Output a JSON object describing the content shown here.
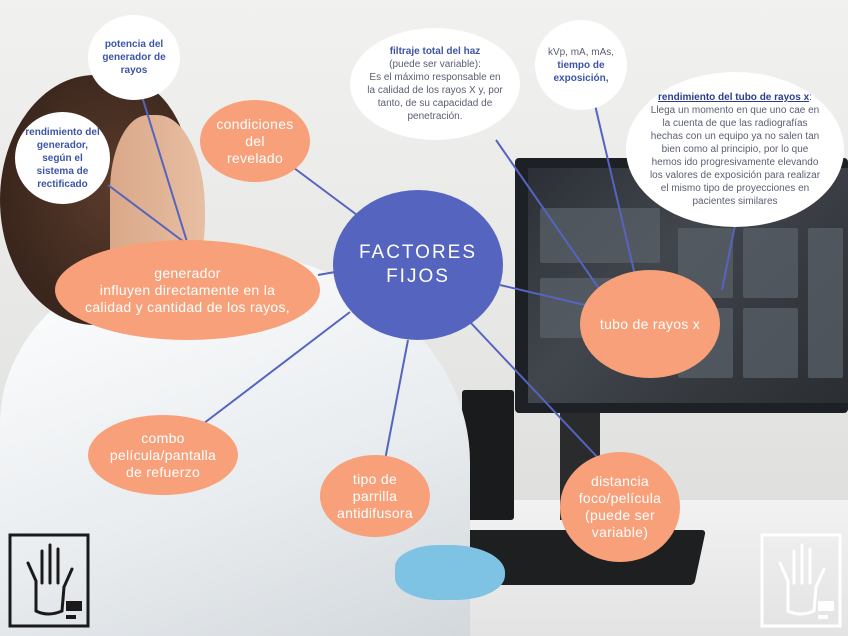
{
  "center": {
    "line1": "FACTORES",
    "line2": "FIJOS"
  },
  "nodes": {
    "condiciones": "condiciones del revelado",
    "generador": {
      "line1": "generador",
      "line2": "influyen directamente en la calidad y cantidad de los rayos,"
    },
    "combo": "combo película/pantalla de refuerzo",
    "parrilla": "tipo de parrilla antidifusora",
    "distancia": "distancia foco/película (puede ser variable)",
    "tubo": "tubo de rayos x"
  },
  "notes": {
    "potencia": "potencia del generador de rayos",
    "rendimiento_generador": "rendimiento del generador, según el sistema de rectificado",
    "filtraje": {
      "title": "filtraje total del haz",
      "subtitle": "(puede ser variable):",
      "body": "Es el máximo responsable en la calidad de los rayos X y, por tanto, de su capacidad de penetración."
    },
    "kvp": {
      "plain": "kVp, mA, mAs,",
      "bold": "tiempo de exposición,"
    },
    "rendimiento_tubo": {
      "title": "rendimiento del tubo de rayos x",
      "colon": ":",
      "body": "Llega un momento en que uno cae en la cuenta de que las radiografías hechas con un equipo ya no salen tan bien como al principio, por lo que hemos ido progresivamente elevando los valores de exposición para realizar el mismo tipo de proyecciones en pacientes similares"
    }
  },
  "icons": {
    "left_logo": "xray-hand-icon",
    "right_logo": "xray-hand-icon"
  },
  "colors": {
    "center": "#5564bf",
    "node": "#f7a07a",
    "note_text": "#3d55a7",
    "line": "#5564bf"
  }
}
